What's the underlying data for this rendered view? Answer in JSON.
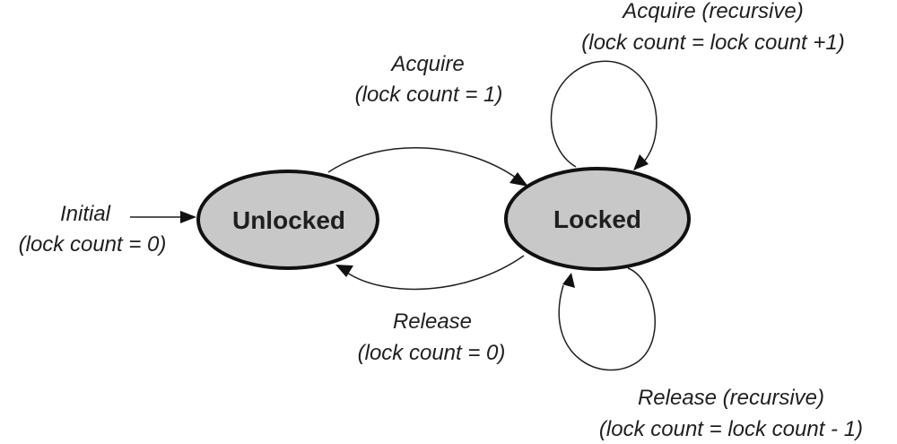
{
  "states": {
    "unlocked": {
      "label": "Unlocked"
    },
    "locked": {
      "label": "Locked"
    }
  },
  "transitions": {
    "initial": {
      "line1": "Initial",
      "line2": "(lock count = 0)"
    },
    "acquire": {
      "line1": "Acquire",
      "line2": "(lock count = 1)"
    },
    "release": {
      "line1": "Release",
      "line2": "(lock count = 0)"
    },
    "acquire_recursive": {
      "line1": "Acquire (recursive)",
      "line2": "(lock count = lock count +1)"
    },
    "release_recursive": {
      "line1": "Release (recursive)",
      "line2": "(lock count = lock count - 1)"
    }
  },
  "colors": {
    "state_fill": "#c8c8c8",
    "stroke": "#111111",
    "text": "#1f1f1f",
    "background": "#ffffff"
  }
}
